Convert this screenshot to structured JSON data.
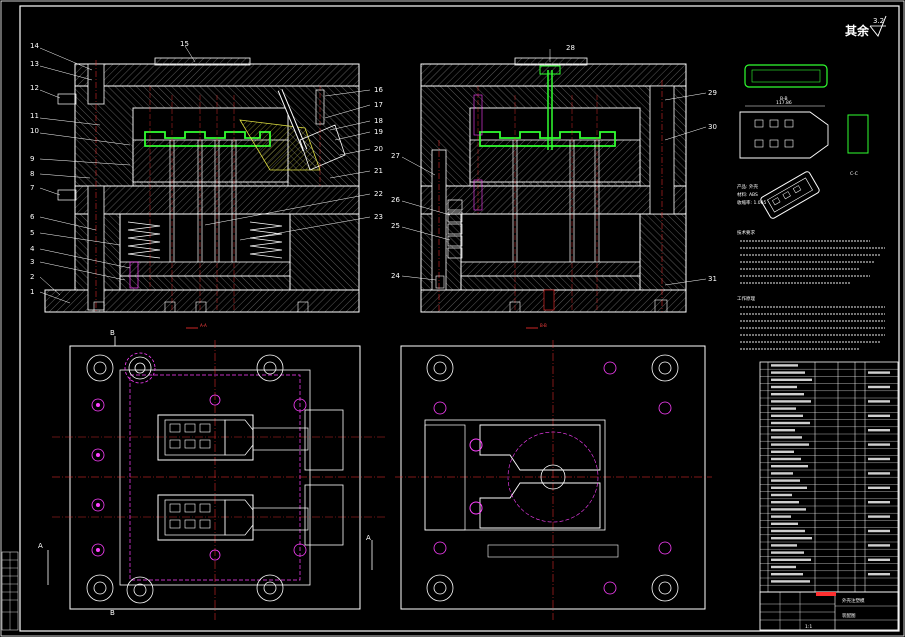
{
  "drawing": {
    "roughness_text": "其余",
    "roughness_value": "3.2",
    "section_aa": "A-A",
    "section_bb": "B-B",
    "section_mark_a": "A",
    "section_mark_b": "B",
    "part_dim": "117.86",
    "part_view_label": "B-B",
    "part_view_label2": "C-C",
    "part_info": [
      "产品: 外壳",
      "材料: ABS",
      "收缩率: 1.005"
    ],
    "tech_title": "技术要求",
    "tech_title2": "工作原理",
    "callouts_left": [
      "14",
      "13",
      "12",
      "11",
      "10",
      "9",
      "8",
      "7",
      "6",
      "5",
      "4",
      "3",
      "2",
      "1"
    ],
    "callouts_right_a": [
      "16",
      "17",
      "18",
      "19",
      "20",
      "21",
      "22",
      "23"
    ],
    "callout_top_a": "15",
    "callout_top_b": "28",
    "callouts_b_left": [
      "27",
      "26",
      "25",
      "24"
    ],
    "callouts_b_right": [
      "29",
      "30",
      "31"
    ],
    "bom_title": "外壳注塑模",
    "bom_subtitle": "装配图",
    "bom_scale": "1:1"
  },
  "colors": {
    "background": "#000000",
    "outline": "#ffffff",
    "centerline": "#ff3030",
    "core": "#30ff30",
    "hidden": "#ff40ff",
    "cavity": "#ffff40",
    "hatch": "#b0b0b0"
  }
}
